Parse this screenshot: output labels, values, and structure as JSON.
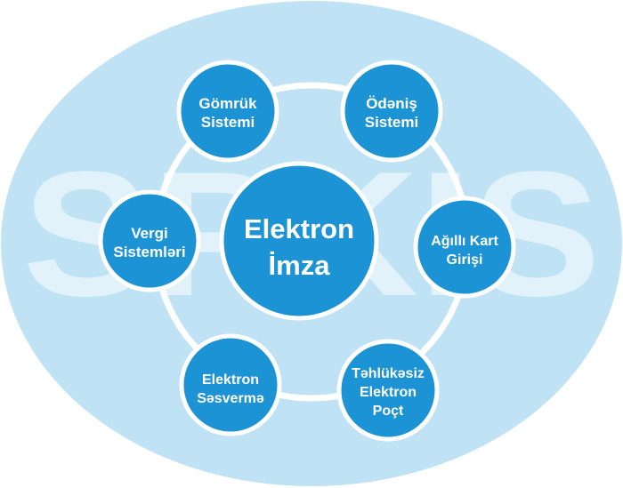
{
  "colors": {
    "background_ellipse": "#bfe3f5",
    "ring": "#ffffff",
    "node_fill": "#1c93d4",
    "node_border": "#ffffff",
    "text": "#ffffff"
  },
  "watermark": {
    "text": "SPKIS"
  },
  "center": {
    "line1": "Elektron",
    "line2": "İmza"
  },
  "nodes": [
    {
      "id": "gomruk",
      "lines": [
        "Gömrük",
        "Sistemi"
      ]
    },
    {
      "id": "odenis",
      "lines": [
        "Ödəniş",
        "Sistemi"
      ]
    },
    {
      "id": "agilli",
      "lines": [
        "Ağıllı Kart",
        "Girişi"
      ]
    },
    {
      "id": "tehlukesiz",
      "lines": [
        "Təhlükəsiz",
        "Elektron",
        "Poçt"
      ]
    },
    {
      "id": "sesverme",
      "lines": [
        "Elektron",
        "Səsvermə"
      ]
    },
    {
      "id": "vergi",
      "lines": [
        "Vergi",
        "Sistemləri"
      ]
    }
  ]
}
